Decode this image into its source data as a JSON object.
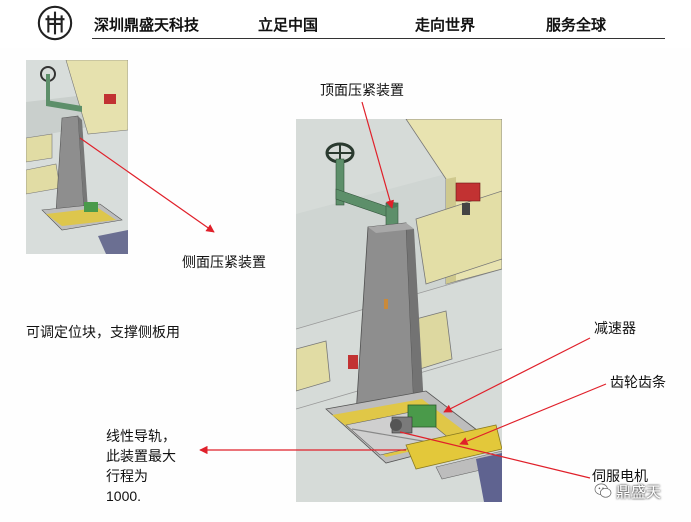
{
  "header": {
    "slogans": [
      "深圳鼎盛天科技",
      "立足中国",
      "走向世界",
      "服务全球"
    ]
  },
  "labels": {
    "top_clamp": "顶面压紧装置",
    "side_clamp": "侧面压紧装置",
    "adjust_block": "可调定位块，支撑侧板用",
    "reducer": "减速器",
    "rack_pinion": "齿轮齿条",
    "linear_guide": "线性导轨，此装置最大行程为1000.",
    "servo_motor": "伺服电机"
  },
  "watermark": {
    "text": "鼎盛天"
  },
  "colors": {
    "annotation_arrow": "#e0202a",
    "column_gray": "#8e8e8e",
    "arm_green": "#5d8f6a",
    "rail_yellow": "#e3c83a",
    "wall_beige": "#e8e3b0",
    "floor_gray": "#d6dbd8"
  }
}
